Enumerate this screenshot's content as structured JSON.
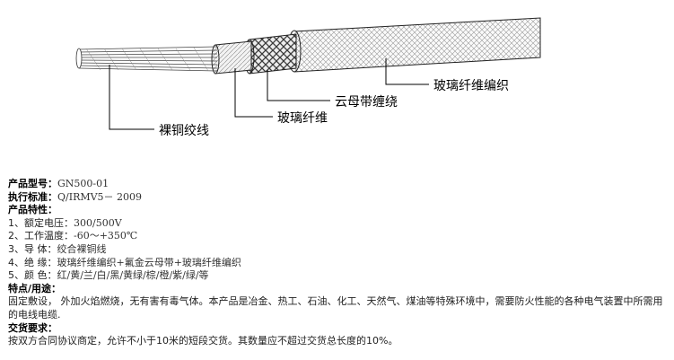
{
  "diagram": {
    "labels": {
      "bare_copper": "裸铜绞线",
      "glass_fiber": "玻璃纤维",
      "mica_tape": "云母带缠绕",
      "glass_braid": "玻璃纤维编织"
    }
  },
  "spec": {
    "model_label": "产品型号：",
    "model_value": "GN500-01",
    "standard_label": "执行标准：",
    "standard_value": "Q/IRMV5－ 2009",
    "props_label": "产品特性：",
    "props": [
      {
        "k": "1、额定电压：",
        "v": "300/500V"
      },
      {
        "k": "2、工作温度：",
        "v": "-60～+350℃"
      },
      {
        "k": "3、导  体：",
        "v": "绞合裸铜线"
      },
      {
        "k": "4、绝  缘：",
        "v": "玻璃纤维编织+氟金云母带+玻璃纤维编织"
      },
      {
        "k": "5、颜  色：",
        "v": "红/黄/兰/白/黑/黄绿/棕/橙/紫/绿/等"
      }
    ],
    "use_label": "特点/用途：",
    "use_text": "固定敷设，  外加火焰燃烧，无有害有毒气体。本产品是冶金、热工、石油、化工、天然气、煤油等特殊环境中，需要防火性能的各种电气装置中所需用的电线电缆.",
    "delivery_label": "交货要求：",
    "delivery_text": "按双方合同协议商定，允许不小于10米的短段交货。其数量应不超过交货总长度的10%。"
  }
}
